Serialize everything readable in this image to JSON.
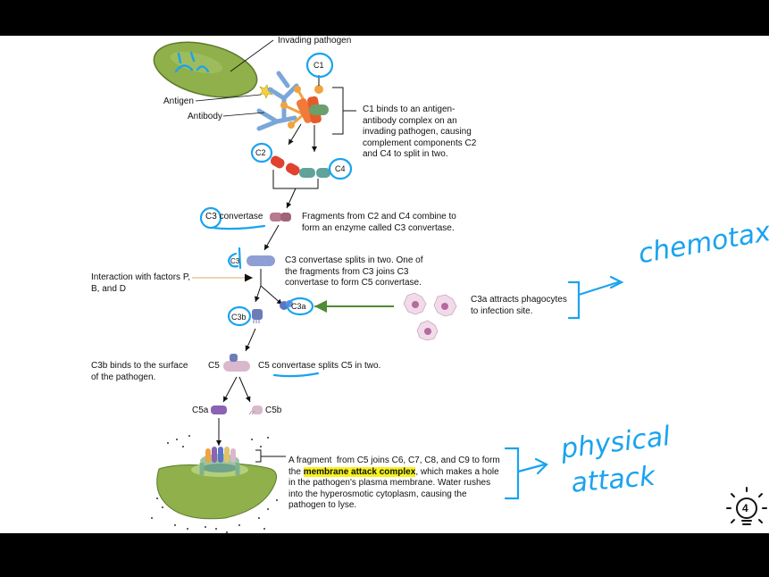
{
  "labels": {
    "invading_pathogen": "Invading pathogen",
    "antigen": "Antigen",
    "antibody": "Antibody",
    "c1": "C1",
    "c2": "C2",
    "c4": "C4",
    "c3_convertase_c3": "C3",
    "c3_convertase_rest": " convertase",
    "c3": "C3",
    "c3a": "C3a",
    "c3b": "C3b",
    "c5": "C5",
    "c5a": "C5a",
    "c5b": "C5b",
    "factors": "Interaction with factors P,\nB, and D",
    "c3b_binds": "C3b binds to the surface\nof the pathogen."
  },
  "captions": {
    "c1_binds": "C1 binds to an antigen-\nantibody complex on an\ninvading pathogen, causing\ncomplement components C2\nand C4 to split in two.",
    "fragments": "Fragments from C2 and C4 combine to\nform an enzyme called C3 convertase.",
    "c3_splits": "C3 convertase splits in two. One of\nthe fragments from C3 joins C3\nconvertase to form C5 convertase.",
    "c3a_attracts": "C3a attracts phagocytes\nto infection site.",
    "c5_splits": "C5 convertase splits C5 in two.",
    "mac_pre": "A fragment  from C5 joins C6, C7, C8, and C9 to form\nthe ",
    "mac_highlight": "membrane attack complex",
    "mac_post": ", which makes a hole\nin the pathogen's plasma membrane. Water rushes\ninto the hyperosmotic cytoplasm, causing the\npathogen to lyse."
  },
  "handwriting": {
    "chemotaxis": "chemotaxis",
    "physical": "physical",
    "attack": "attack",
    "page_badge": "4"
  },
  "colors": {
    "pen": "#1aa3ef",
    "highlight": "#f7f21b",
    "pathogen": "#8fb04a",
    "c2": "#e0422e",
    "c4": "#5fa39a",
    "c3": "#8e9fd6",
    "c3_convertase": "#b77a8f",
    "c5a": "#8a63b5",
    "c5": "#d9b8cd",
    "arrow_green": "#4f8a34"
  }
}
